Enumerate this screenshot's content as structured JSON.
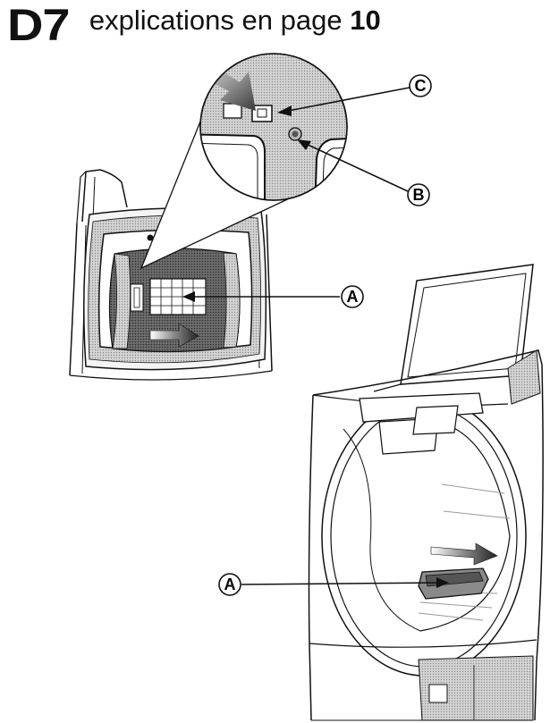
{
  "header": {
    "step_code": "D7",
    "instruction_prefix": "explications en page",
    "page_number": "10"
  },
  "callouts": {
    "a_top": "A",
    "a_bottom": "A",
    "b": "B",
    "c": "C"
  },
  "colors": {
    "ink": "#111111",
    "shade": "#b5b5b5",
    "dark_shade": "#4a4a4a"
  }
}
